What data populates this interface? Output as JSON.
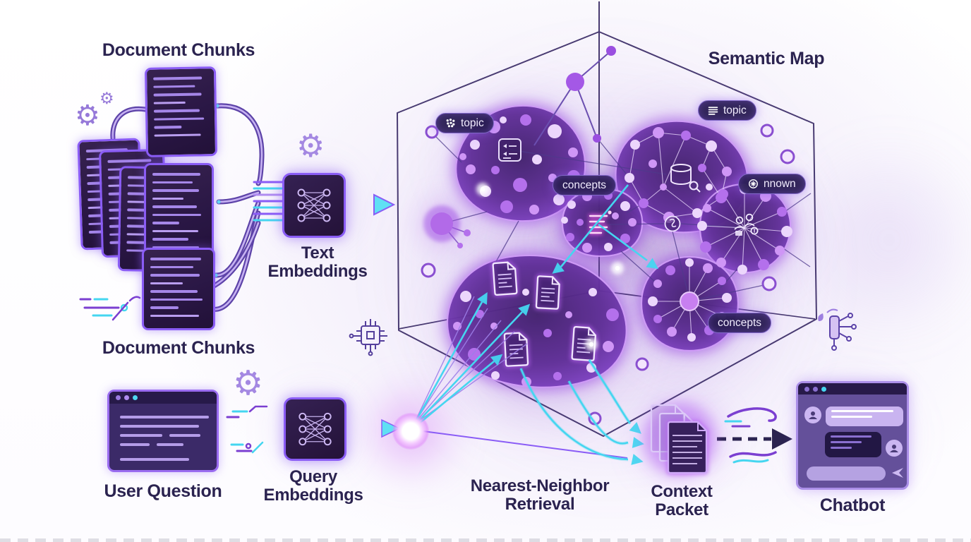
{
  "colors": {
    "accent_purple": "#8a5cf6",
    "cyan": "#45d6f0",
    "deep_purple": "#2a1745",
    "label_text": "#2b2350",
    "cluster_glow": "#8b45d8",
    "pill_bg": "#2b1e54",
    "pill_text": "#f2ecff"
  },
  "labels": {
    "document_chunks_top": "Document Chunks",
    "document_chunks_bottom": "Document Chunks",
    "text_embeddings": "Text Embeddings",
    "semantic_map": "Semantic Map",
    "user_question": "User Question",
    "query_embeddings": "Query Embeddings",
    "nearest_neighbor": "Nearest-Neighbor Retrieval",
    "context_packet": "Context Packet",
    "chatbot": "Chatbot"
  },
  "map_pills": {
    "topic_left": "topic",
    "topic_right": "topic",
    "concepts_center": "concepts",
    "concepts_right": "concepts",
    "nnown": "nnown"
  }
}
